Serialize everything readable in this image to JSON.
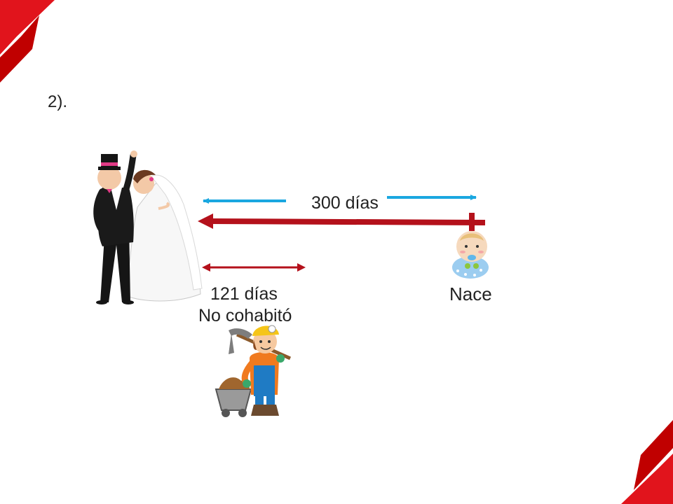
{
  "slide": {
    "number_label": "2)."
  },
  "timeline": {
    "period_label": "300 días",
    "absence_days_label": "121 días",
    "absence_note": "No cohabitó",
    "birth_label": "Nace"
  },
  "colors": {
    "brand_red": "#e1141c",
    "dark_red": "#c00000",
    "arrow_blue": "#1aa7e0",
    "arrow_red": "#b4111b"
  },
  "illustrations": [
    "wedding-couple-icon",
    "baby-icon",
    "miner-icon"
  ]
}
